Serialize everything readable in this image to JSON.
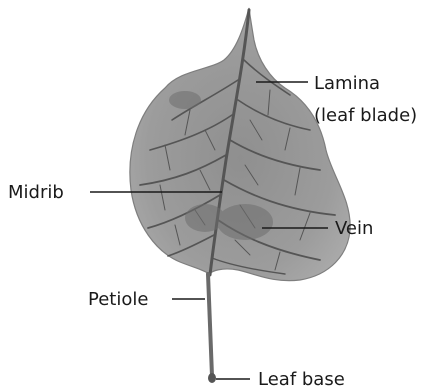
{
  "labels": {
    "lamina_line1": "Lamina",
    "lamina_line2": "(leaf blade)",
    "midrib": "Midrib",
    "vein": "Vein",
    "petiole": "Petiole",
    "leaf_base": "Leaf base"
  },
  "colors": {
    "leaf_fill": "#9a9a9a",
    "leaf_edge": "#7e7e7e",
    "vein_color": "#555555",
    "text": "#1a1a1a"
  }
}
